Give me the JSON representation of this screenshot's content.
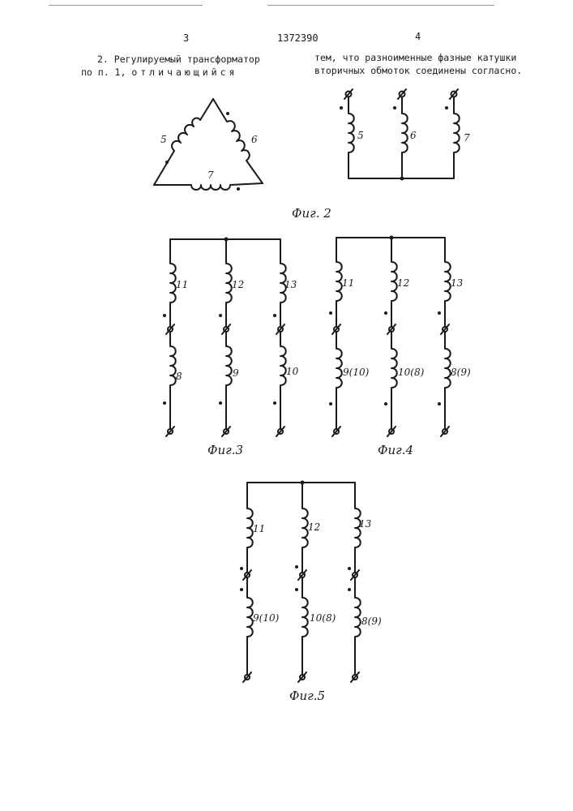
{
  "header": {
    "page_left": "3",
    "patent_number": "1372390",
    "page_right": "4"
  },
  "claim": {
    "left_line1": "2. Регулируемый трансформатор",
    "left_line2_prefix": "по п. 1,",
    "left_line2_spaced": "отличающийся",
    "right_line1": "тем, что разноименные фазные катушки",
    "right_line2": "вторичных обмоток соединены согласно."
  },
  "figures": {
    "fig2": {
      "caption": "Фиг. 2",
      "delta_coils": [
        "5",
        "6",
        "7"
      ],
      "star_coils": [
        "5",
        "6",
        "7"
      ]
    },
    "fig3": {
      "caption": "Фиг.3",
      "upper_coils": [
        "11",
        "12",
        "13"
      ],
      "lower_coils": [
        "8",
        "9",
        "10"
      ]
    },
    "fig4": {
      "caption": "Фиг.4",
      "upper_coils": [
        "11",
        "12",
        "13"
      ],
      "lower_coils": [
        "9(10)",
        "10(8)",
        "8(9)"
      ]
    },
    "fig5": {
      "caption": "Фиг.5",
      "upper_coils": [
        "11",
        "12",
        "13"
      ],
      "lower_coils": [
        "9(10)",
        "10(8)",
        "8(9)"
      ]
    }
  }
}
